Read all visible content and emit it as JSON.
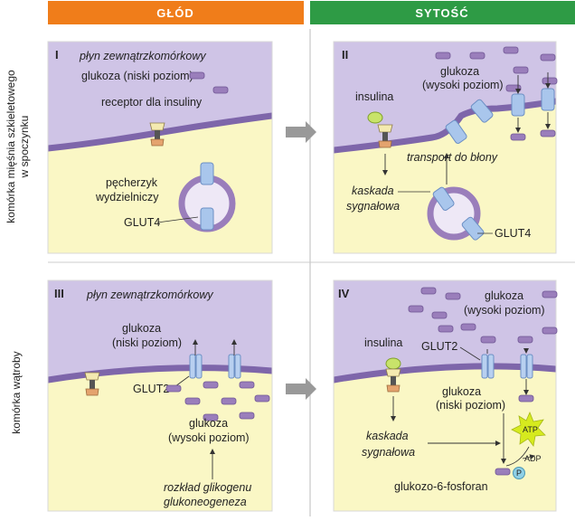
{
  "headers": {
    "left": "GŁÓD",
    "right": "SYTOŚĆ"
  },
  "colors": {
    "header_left": "#F07D1A",
    "header_right": "#2E9B45",
    "extracellular": "#CFC4E6",
    "intracellular": "#FAF7C5",
    "membrane": "#8A6FB4",
    "glucose": "#9A7EBB",
    "transporter": "#A9C6EC",
    "insulin": "#C8E36A",
    "atp": "#D6EA1E",
    "phosphate": "#8FD0E6"
  },
  "row_labels": {
    "top": [
      "komórka mięśnia szkieletowego",
      "w spoczynku"
    ],
    "bottom": "komórka wątroby"
  },
  "panel1": {
    "roman": "I",
    "extracellular": "płyn zewnątrzkomórkowy",
    "glucose": "glukoza (niski poziom)",
    "receptor": "receptor dla insuliny",
    "vesicle": [
      "pęcherzyk",
      "wydzielniczy"
    ],
    "glut4": "GLUT4"
  },
  "panel2": {
    "roman": "II",
    "glucose": [
      "glukoza",
      "(wysoki poziom)"
    ],
    "insulin": "insulina",
    "transport": "transport do błony",
    "cascade": [
      "kaskada",
      "sygnałowa"
    ],
    "glut4": "GLUT4"
  },
  "panel3": {
    "roman": "III",
    "extracellular": "płyn zewnątrzkomórkowy",
    "glucose_out": [
      "glukoza",
      "(niski poziom)"
    ],
    "glut2": "GLUT2",
    "glucose_in": [
      "glukoza",
      "(wysoki poziom)"
    ],
    "process": [
      "rozkład glikogenu",
      "glukoneogeneza"
    ]
  },
  "panel4": {
    "roman": "IV",
    "glucose_out": [
      "glukoza",
      "(wysoki poziom)"
    ],
    "insulin": "insulina",
    "glut2": "GLUT2",
    "glucose_in": [
      "glukoza",
      "(niski poziom)"
    ],
    "cascade": [
      "kaskada",
      "sygnałowa"
    ],
    "atp": "ATP",
    "adp": "ADP",
    "phosphate": "P",
    "product": "glukozo-6-fosforan"
  }
}
